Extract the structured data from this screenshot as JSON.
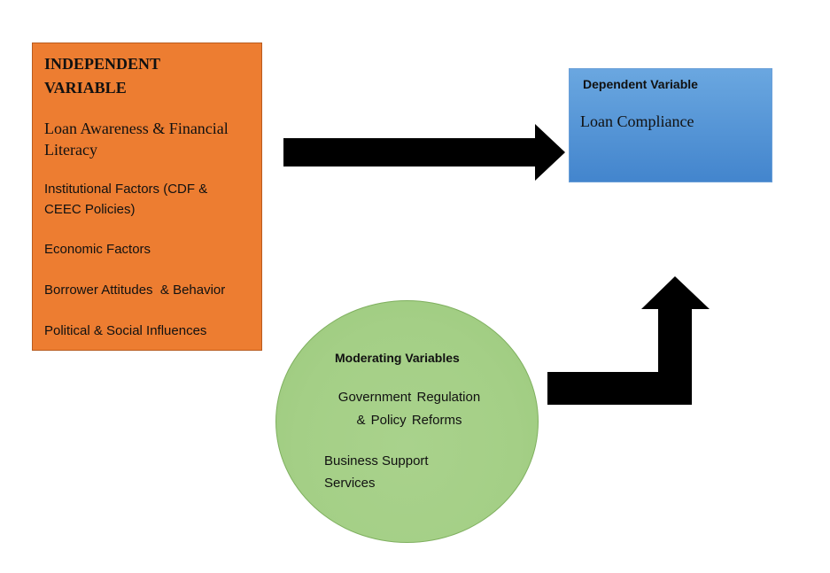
{
  "independent": {
    "title": "INDEPENDENT\nVARIABLE",
    "items": [
      "Loan Awareness & Financial Literacy",
      "Institutional Factors (CDF & CEEC Policies)",
      "Economic Factors",
      "Borrower Attitudes  & Behavior",
      "Political & Social Influences"
    ]
  },
  "dependent": {
    "title": "Dependent Variable",
    "item": "Loan Compliance"
  },
  "moderating": {
    "title": "Moderating Variables",
    "items": [
      "Government  Regulation\n& Policy Reforms",
      "Business Support\nServices"
    ]
  },
  "colors": {
    "independent_fill": "#ed7d31",
    "dependent_fill": "#5b9bd5",
    "moderating_fill": "#a9d18e",
    "arrow": "#000000"
  }
}
